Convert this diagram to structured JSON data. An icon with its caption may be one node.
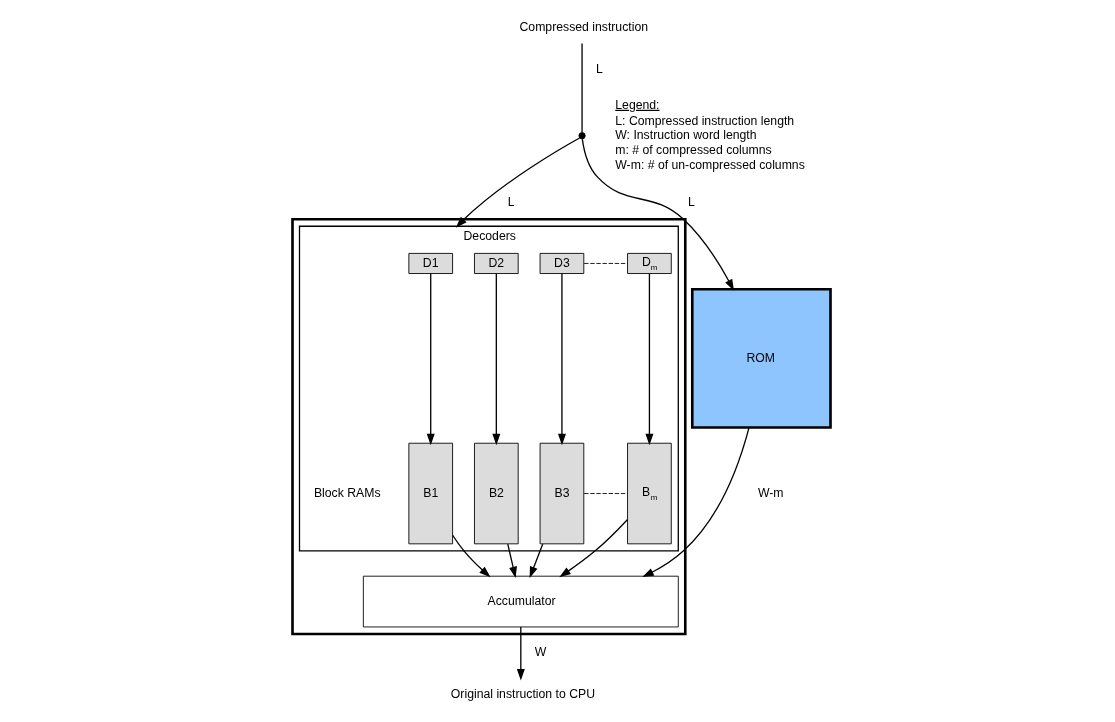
{
  "diagram": {
    "nodes": [
      {
        "text": [
          "Compressed instruction"
        ]
      },
      {
        "text": [],
        "shape": "circle"
      },
      {
        "text": [],
        "shape": "box"
      },
      {
        "text": [
          "Decoders",
          "Block RAMs"
        ],
        "in": 2
      },
      {
        "text": [
          "D1"
        ],
        "in": 3
      },
      {
        "text": [
          "D2"
        ],
        "in": 3
      },
      {
        "text": [
          "D3"
        ],
        "in": 3
      },
      {
        "text": [
          "D$_{m}$"
        ],
        "in": 3
      },
      {
        "text": [
          "B1"
        ],
        "in": 3
      },
      {
        "text": [
          "B2"
        ],
        "in": 3
      },
      {
        "text": [
          "B3"
        ],
        "in": 3
      },
      {
        "text": [
          "B$_{m}$"
        ],
        "in": 3
      },
      {
        "text": [
          "Accumulator"
        ],
        "in": 2
      },
      {
        "text": [
          "ROM"
        ]
      },
      {
        "text": [
          "Original instruction to CPU"
        ]
      }
    ],
    "edges": [
      {
        "from": 0,
        "to": 1,
        "arrow": "none",
        "label": "L"
      },
      {
        "from": 1,
        "to": 3,
        "arrow": "to",
        "label": "L"
      },
      {
        "from": 1,
        "to": 13,
        "arrow": "to",
        "label": "L"
      },
      {
        "from": 4,
        "to": 8,
        "arrow": "to"
      },
      {
        "from": 5,
        "to": 9,
        "arrow": "to"
      },
      {
        "from": 6,
        "to": 10,
        "arrow": "to"
      },
      {
        "from": 7,
        "to": 11,
        "arrow": "to"
      },
      {
        "from": 6,
        "to": 7,
        "arrow": "none",
        "style": "dashed"
      },
      {
        "from": 10,
        "to": 11,
        "arrow": "none",
        "style": "dashed"
      },
      {
        "from": 8,
        "to": 12,
        "arrow": "to"
      },
      {
        "from": 9,
        "to": 12,
        "arrow": "to"
      },
      {
        "from": 10,
        "to": 12,
        "arrow": "to"
      },
      {
        "from": 11,
        "to": 12,
        "arrow": "to"
      },
      {
        "from": 13,
        "to": 12,
        "arrow": "to",
        "label": "W-m"
      },
      {
        "from": 12,
        "to": 14,
        "arrow": "to",
        "label": "W"
      }
    ],
    "labels": [
      "Legend:"
    ],
    "legend": [
      {
        "text": "L: Compressed instruction length"
      },
      {
        "text": "W: Instruction word length"
      },
      {
        "text": "m: # of compressed columns"
      },
      {
        "text": "W-m: # of un-compressed columns"
      }
    ]
  }
}
